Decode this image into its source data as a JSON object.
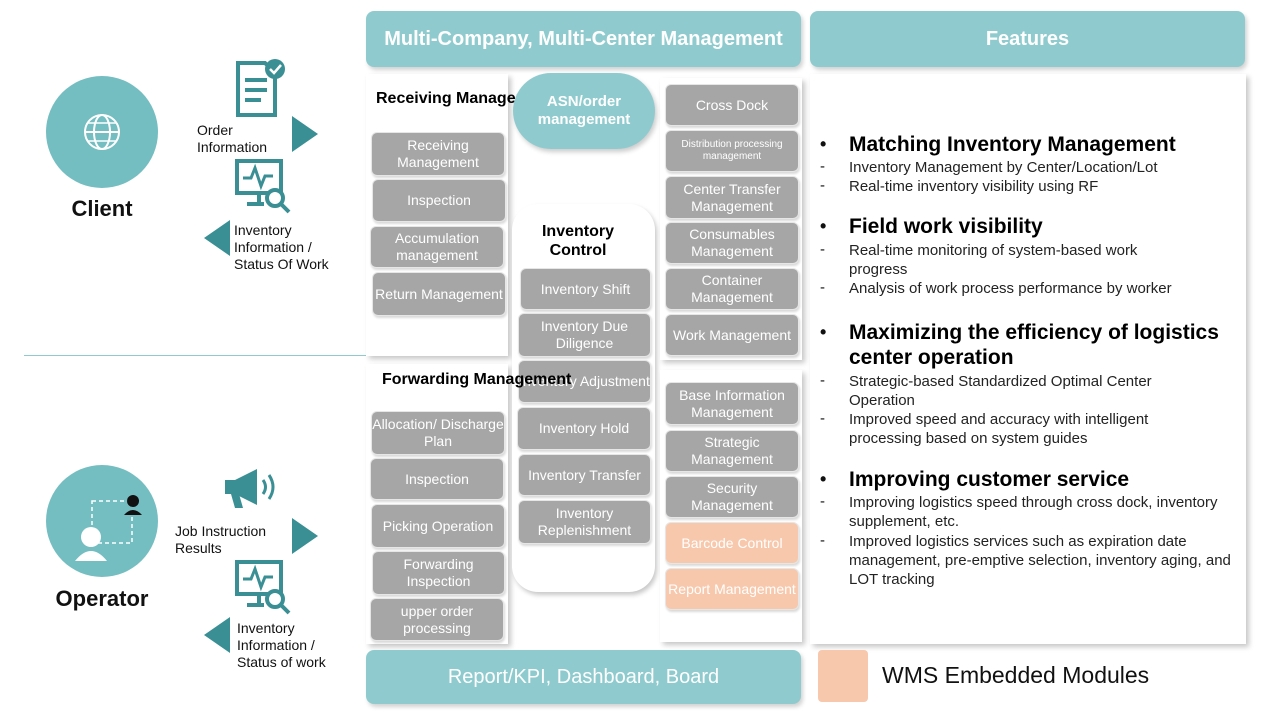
{
  "header": {
    "multi_company": "Multi-Company, Multi-Center Management",
    "features": "Features"
  },
  "client": {
    "label": "Client",
    "order_info": "Order Information",
    "inventory_info": "Inventory Information / Status Of Work"
  },
  "operator": {
    "label": "Operator",
    "job_instruction": "Job Instruction Results",
    "inventory_info": "Inventory Information / Status of work"
  },
  "receiving": {
    "title": "Receiving Management",
    "items": [
      "Receiving Management",
      "Inspection",
      "Accumulation management",
      "Return Management"
    ]
  },
  "asn": "ASN/order management",
  "inventory_control": {
    "title": "Inventory Control",
    "items": [
      "Inventory Shift",
      "Inventory Due Diligence",
      "Inventory Adjustment",
      "Inventory Hold",
      "Inventory Transfer",
      "Inventory Replenishment"
    ]
  },
  "forwarding": {
    "title": "Forwarding Management",
    "items": [
      "Allocation/ Discharge Plan",
      "Inspection",
      "Picking Operation",
      "Forwarding Inspection",
      "upper order processing"
    ]
  },
  "right_top": [
    "Cross Dock",
    "Distribution processing management",
    "Center Transfer Management",
    "Consumables Management",
    "Container Management",
    "Work Management"
  ],
  "right_bottom": [
    "Base Information Management",
    "Strategic Management",
    "Security Management",
    "Barcode Control",
    "Report Management"
  ],
  "footer": {
    "report": "Report/KPI, Dashboard, Board",
    "legend": "WMS Embedded Modules"
  },
  "features": [
    {
      "title": "Matching Inventory Management",
      "points": [
        "Inventory Management by Center/Location/Lot",
        "Real-time inventory visibility using RF"
      ]
    },
    {
      "title": "Field work visibility",
      "points": [
        "Real-time monitoring of system-based work progress",
        "Analysis of work process performance by worker"
      ]
    },
    {
      "title": "Maximizing the efficiency of logistics center operation",
      "points": [
        "Strategic-based Standardized Optimal Center Operation",
        "Improved speed and accuracy with intelligent processing based on system guides"
      ]
    },
    {
      "title": "Improving customer service",
      "points": [
        "Improving logistics speed through cross dock, inventory supplement, etc.",
        "Improved logistics services such as expiration date management, pre-emptive selection, inventory aging, and LOT tracking"
      ]
    }
  ],
  "colors": {
    "teal": "#8fcbce",
    "gray_module": "#a7a6a6",
    "embedded_module": "#f7c8ab"
  },
  "icons": [
    "globe-icon",
    "document-check-icon",
    "monitor-search-icon",
    "operator-network-icon",
    "megaphone-icon"
  ]
}
